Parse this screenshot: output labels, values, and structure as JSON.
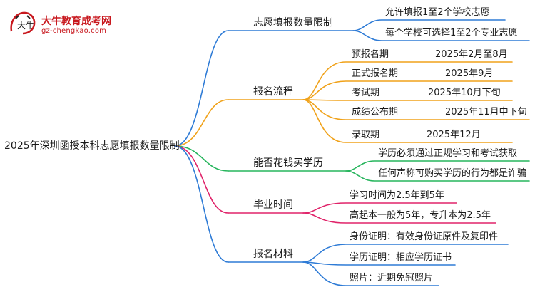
{
  "logo": {
    "name": "大牛教育成考网",
    "url": "gz-chengkao.com",
    "badge_text": "大牛"
  },
  "colors": {
    "blue": "#2e7bd6",
    "orange": "#f0a21a",
    "green": "#27b55d",
    "magenta": "#e0246a"
  },
  "root": "2025年深圳函授本科志愿填报数量限制",
  "branches": [
    {
      "label": "志愿填报数量限制",
      "color": "blue",
      "leaves": [
        "允许填报1至2个学校志愿",
        "每个学校可选择1至2个专业志愿"
      ]
    },
    {
      "label": "报名流程",
      "color": "orange",
      "leaves": [
        {
          "name": "预报名期",
          "value": "2025年2月至8月"
        },
        {
          "name": "正式报名期",
          "value": "2025年9月"
        },
        {
          "name": "考试期",
          "value": "2025年10月下旬"
        },
        {
          "name": "成绩公布期",
          "value": "2025年11月中下旬"
        },
        {
          "name": "录取期",
          "value": "2025年12月"
        }
      ]
    },
    {
      "label": "能否花钱买学历",
      "color": "green",
      "leaves": [
        "学历必须通过正规学习和考试获取",
        "任何声称可购买学历的行为都是诈骗"
      ]
    },
    {
      "label": "毕业时间",
      "color": "magenta",
      "leaves": [
        "学习时间为2.5年到5年",
        "高起本一般为5年，专升本为2.5年"
      ]
    },
    {
      "label": "报名材料",
      "color": "blue",
      "leaves": [
        "身份证明：有效身份证原件及复印件",
        "学历证明：相应学历证书",
        "照片：近期免冠照片"
      ]
    }
  ]
}
